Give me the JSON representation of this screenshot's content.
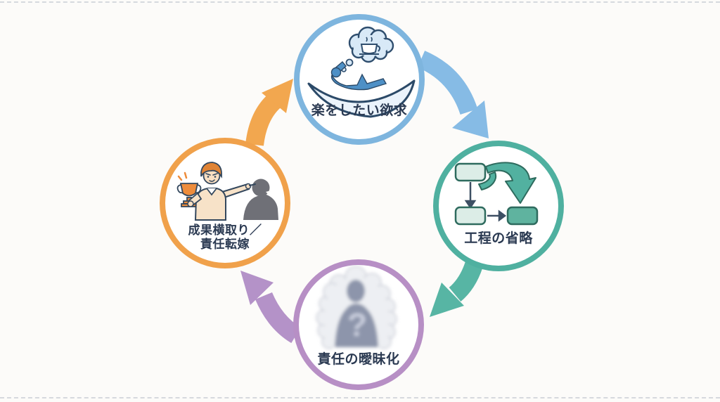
{
  "diagram": {
    "type": "cycle",
    "background": "#FCFBF9",
    "text_color": "#2B3A52",
    "nodes": {
      "top": {
        "id": "ease-desire",
        "label": "楽をしたい欲求",
        "ring_color": "#7EB5DE",
        "icon": "hammock-rest-icon"
      },
      "right": {
        "id": "process-skipping",
        "label": "工程の省略",
        "ring_color": "#4FB0A0",
        "icon": "flowchart-skip-icon"
      },
      "bottom": {
        "id": "responsibility-blur",
        "label": "責任の曖昧化",
        "ring_color": "#B78FC5",
        "icon": "blurred-person-icon"
      },
      "left": {
        "id": "credit-blame",
        "line1": "成果横取り／",
        "line2": "責任転嫁",
        "ring_color": "#F0A14B",
        "icon": "trophy-blame-icon"
      }
    },
    "arrows": [
      {
        "from": "top",
        "to": "right",
        "color": "#86BBE5"
      },
      {
        "from": "right",
        "to": "bottom",
        "color": "#57B5A4"
      },
      {
        "from": "bottom",
        "to": "left",
        "color": "#B492C8"
      },
      {
        "from": "left",
        "to": "top",
        "color": "#F2A74F"
      }
    ]
  }
}
